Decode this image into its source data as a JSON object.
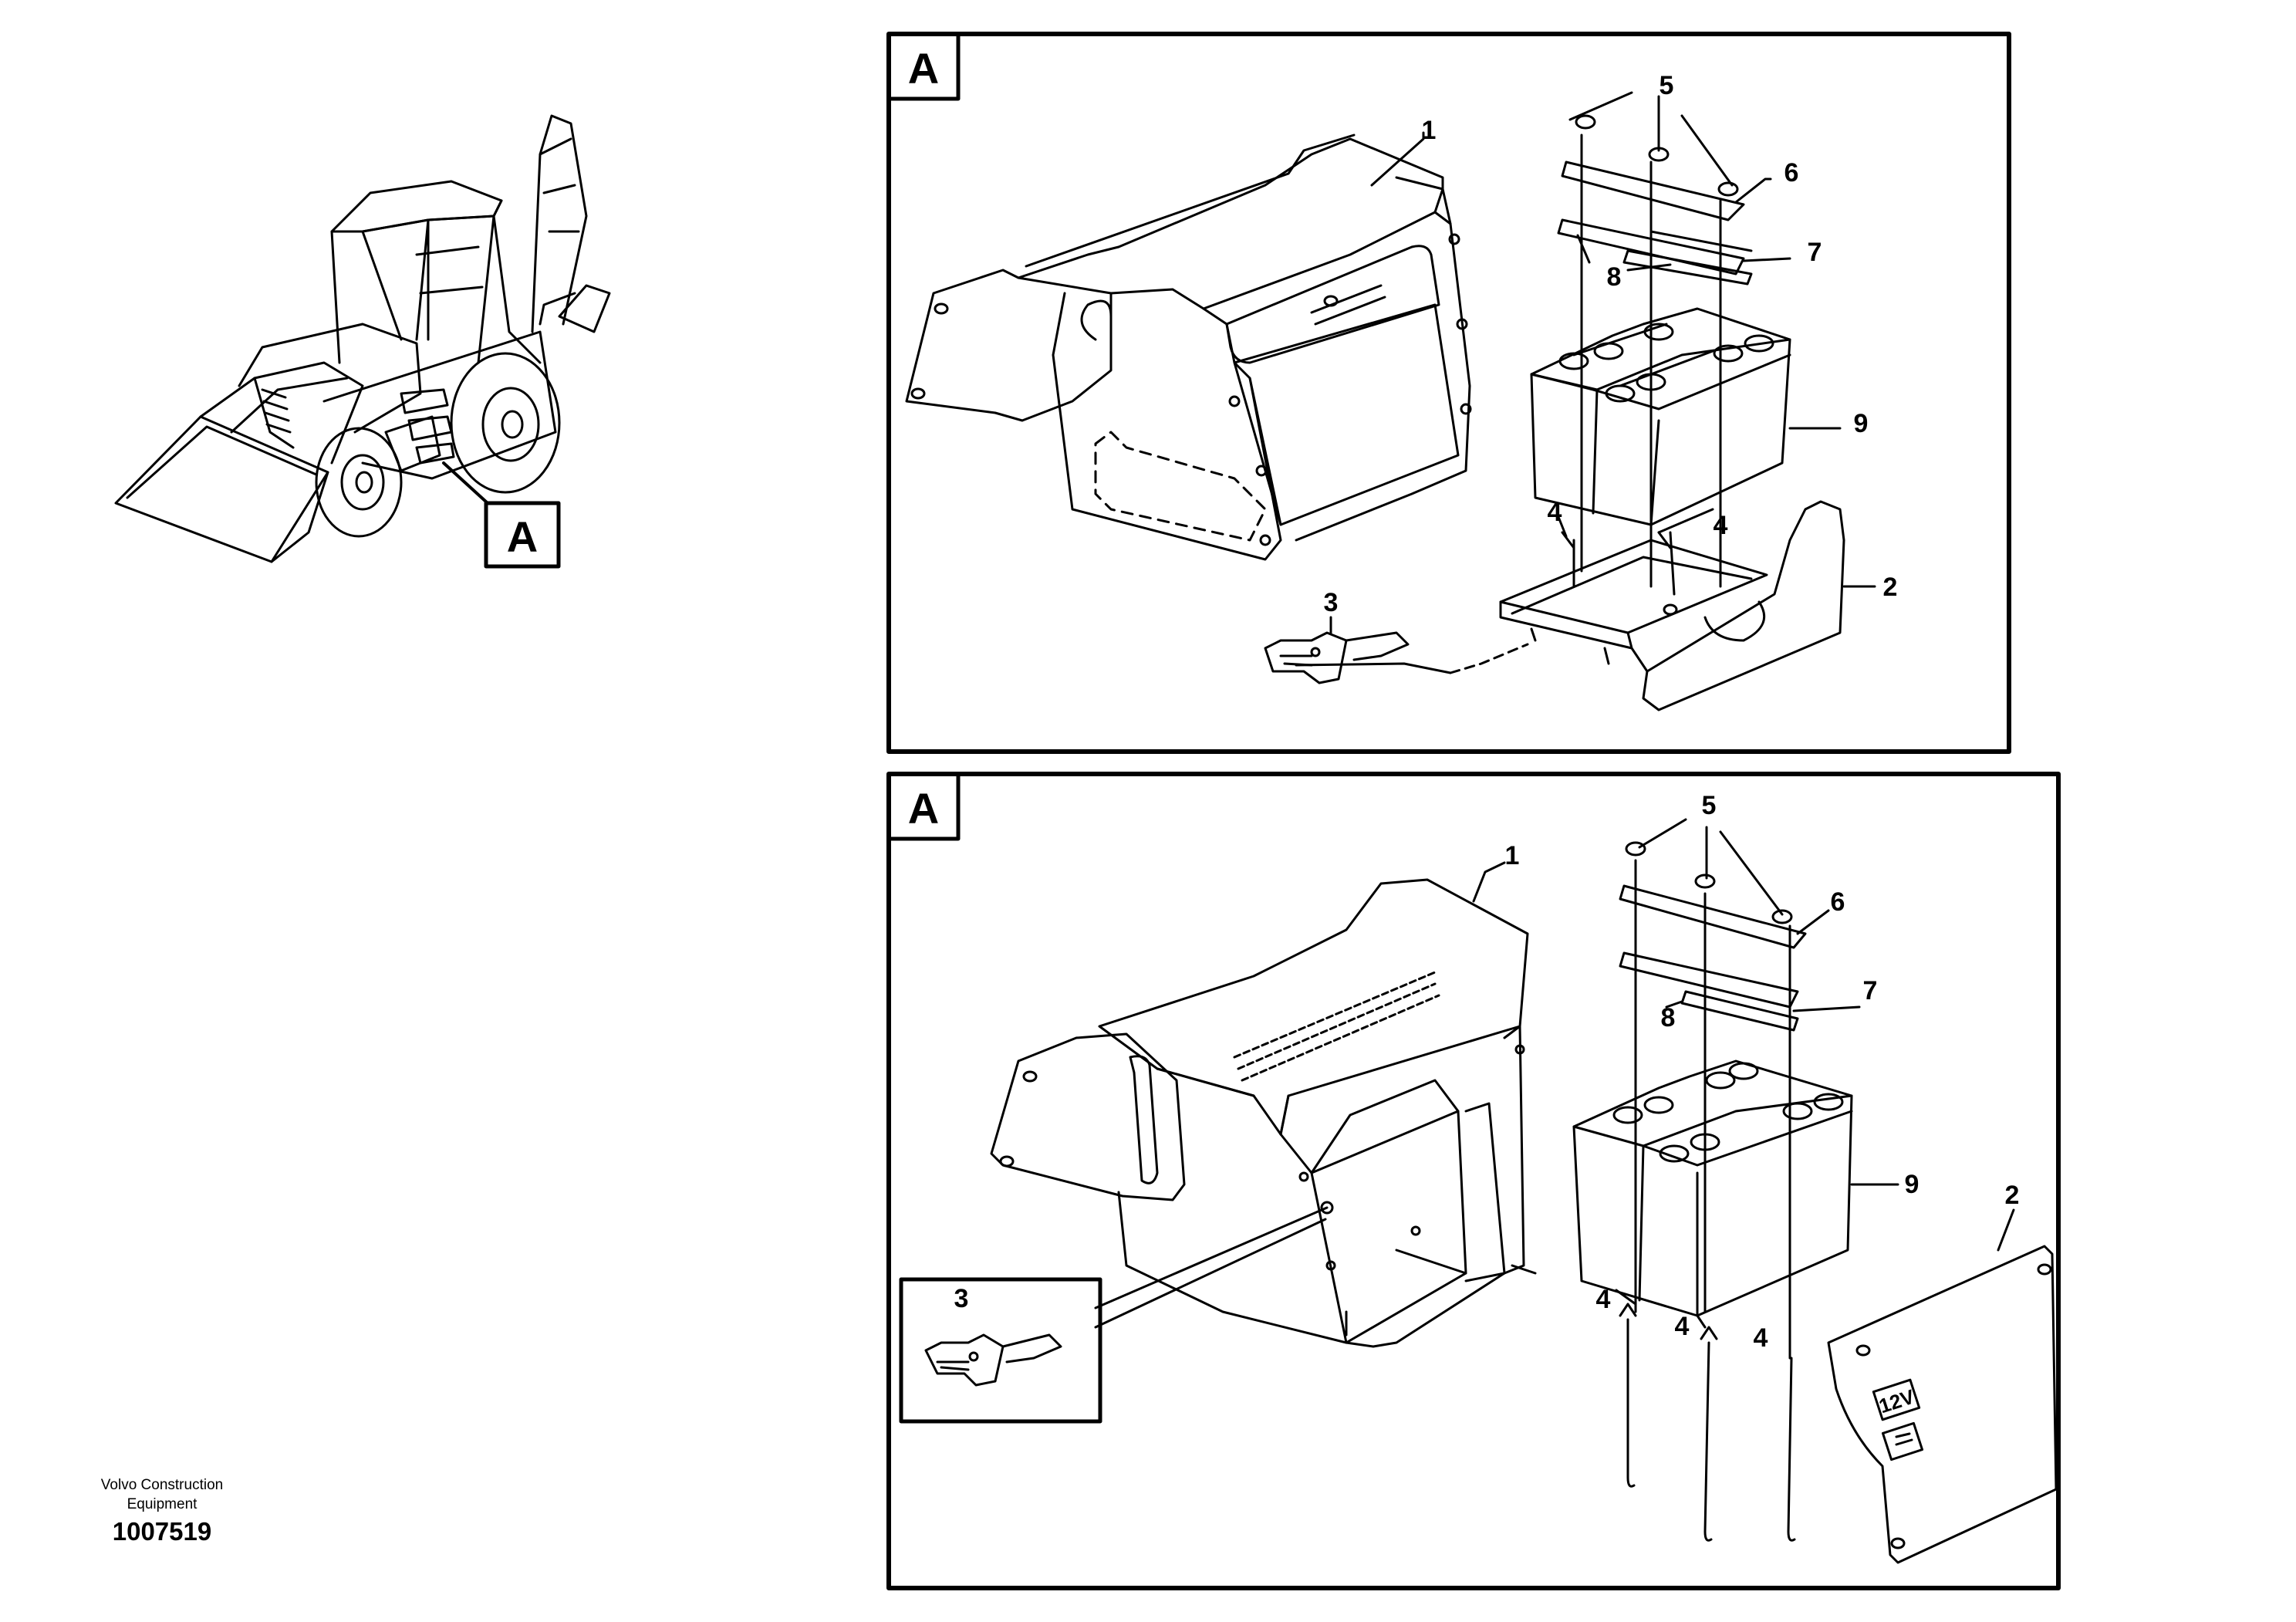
{
  "overview": {
    "callout": "A"
  },
  "panel_top": {
    "view_label": "A",
    "callouts": [
      "1",
      "2",
      "3",
      "4",
      "4",
      "5",
      "6",
      "7",
      "8",
      "9"
    ]
  },
  "panel_bottom": {
    "view_label": "A",
    "callouts": [
      "1",
      "2",
      "3",
      "4",
      "4",
      "4",
      "5",
      "6",
      "7",
      "8",
      "9"
    ],
    "cover_marks": [
      "12V"
    ]
  },
  "caption": {
    "company_line1": "Volvo Construction",
    "company_line2": "Equipment",
    "document_number": "1007519"
  }
}
